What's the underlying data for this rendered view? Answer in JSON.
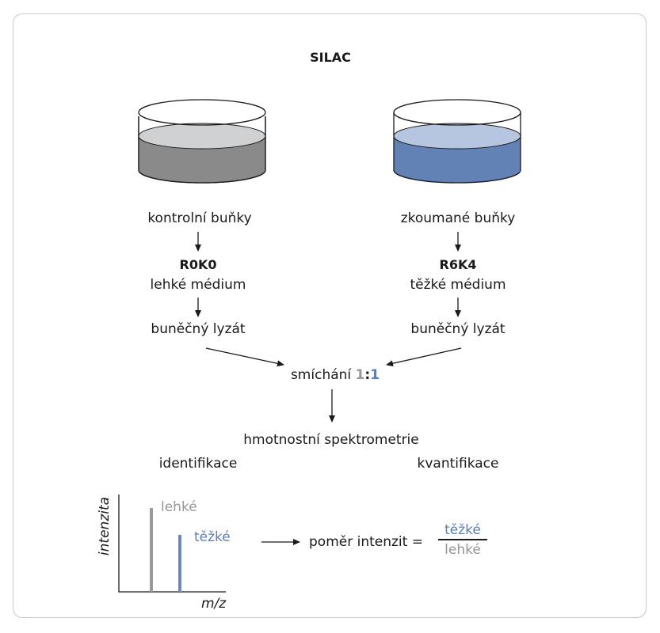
{
  "title": "SILAC",
  "left_branch": {
    "cells": "kontrolní buňky",
    "label": "R0K0",
    "medium": "lehké médium",
    "lysate": "buněčný lyzát"
  },
  "right_branch": {
    "cells": "zkoumané buňky",
    "label": "R6K4",
    "medium": "těžké médium",
    "lysate": "buněčný lyzát"
  },
  "mixing": {
    "text": "smíchání ",
    "ratio_left": "1",
    "ratio_sep": ":",
    "ratio_right": "1"
  },
  "ms": {
    "title": "hmotnostní spektrometrie",
    "identification": "identifikace",
    "quantification": "kvantifikace"
  },
  "spectrum": {
    "y_label": "intenzita",
    "x_label": "m/z",
    "light_label": "lehké",
    "heavy_label": "těžké",
    "light_intensity": 1.0,
    "heavy_intensity": 0.68
  },
  "ratio": {
    "text": "poměr intenzit =",
    "numerator": "těžké",
    "denominator": "lehké"
  },
  "colors": {
    "light_dish_fill": "#8a8a8a",
    "light_dish_top": "#cfd1d3",
    "heavy_dish_fill": "#6282b6",
    "heavy_dish_top": "#b6c6e0",
    "light_peak": "#9a9a9a",
    "heavy_peak": "#6c88bd"
  }
}
